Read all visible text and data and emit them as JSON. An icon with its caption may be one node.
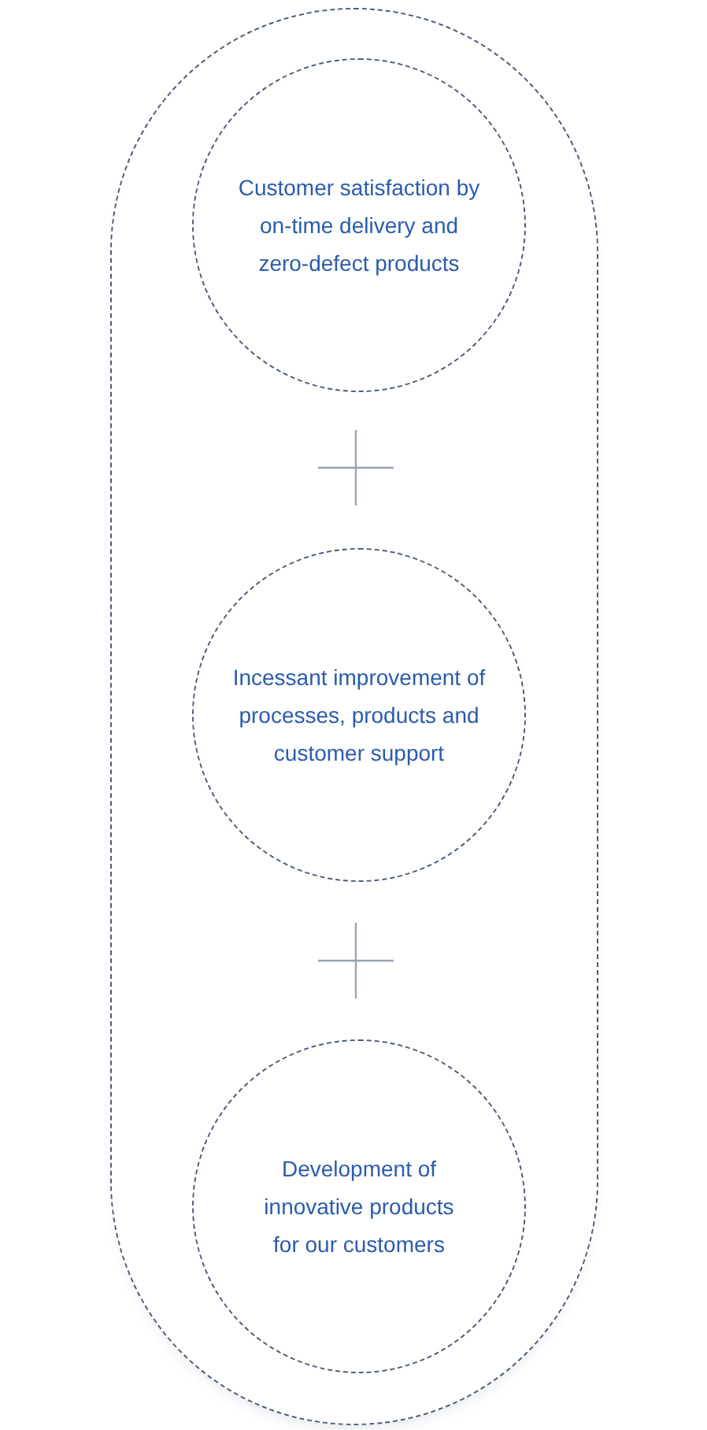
{
  "diagram": {
    "nodes": [
      {
        "text": [],
        "shape": "capsule"
      },
      {
        "text": [
          "Customer satisfaction by on-time delivery and zero-defect products"
        ],
        "in": 0
      },
      {
        "text": [
          "Incessant improvement of processes, products and customer support"
        ],
        "in": 0
      },
      {
        "text": [
          "Development of innovative products for our customers"
        ],
        "in": 0
      }
    ]
  }
}
